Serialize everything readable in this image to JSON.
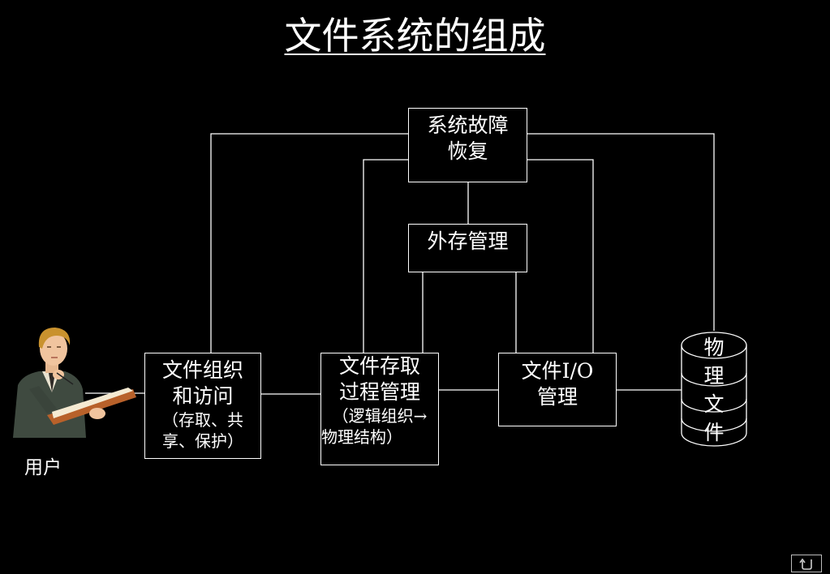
{
  "title": "文件系统的组成",
  "user": {
    "label": "用户"
  },
  "boxes": {
    "recovery": {
      "line1": "系统故障",
      "line2": "恢复"
    },
    "external": {
      "line1": "外存管理"
    },
    "organize": {
      "line1": "文件组织",
      "line2": "和访问",
      "sub1": "（存取、共",
      "sub2": "享、保护）"
    },
    "access": {
      "line1": "文件存取",
      "line2": "过程管理",
      "sub1": "（逻辑组织→",
      "sub2": "物理结构）"
    },
    "io": {
      "line1": "文件I/O",
      "line2": "管理"
    }
  },
  "storage": {
    "chars": [
      "物",
      "理",
      "文",
      "件"
    ]
  },
  "nav": {
    "icon": "return-arrow-icon"
  }
}
